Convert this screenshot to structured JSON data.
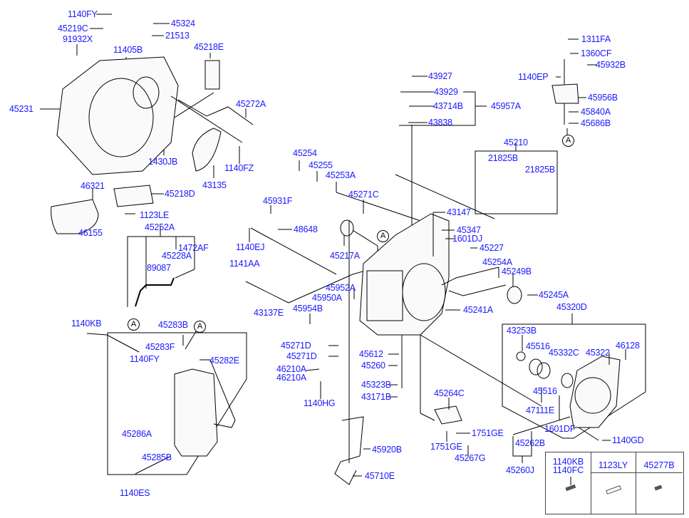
{
  "diagram": {
    "type": "exploded parts diagram",
    "subject": "transaxle case assembly",
    "ref_marker": "A",
    "labels": {
      "l1140FY_top": "1140FY",
      "l45219C": "45219C",
      "l91932X": "91932X",
      "l45231": "45231",
      "l11405B": "11405B",
      "l45324": "45324",
      "l21513": "21513",
      "l45218E": "45218E",
      "l45272A": "45272A",
      "l1430JB": "1430JB",
      "l1140FZ": "1140FZ",
      "l43135": "43135",
      "l46321": "46321",
      "l45218D": "45218D",
      "l1123LE": "1123LE",
      "l46155": "46155",
      "l45252A": "45252A",
      "l1472AF": "1472AF",
      "l45228A": "45228A",
      "l89087": "89087",
      "l1140KB": "1140KB",
      "l45283B": "45283B",
      "l45283F": "45283F",
      "l1140FY_pan": "1140FY",
      "l45282E": "45282E",
      "l45286A": "45286A",
      "l45285B": "45285B",
      "l1140ES": "1140ES",
      "l43927": "43927",
      "l43929": "43929",
      "l43714B": "43714B",
      "l45957A": "45957A",
      "l43838": "43838",
      "l1311FA": "1311FA",
      "l1360CF": "1360CF",
      "l45932B": "45932B",
      "l1140EP": "1140EP",
      "l45956B": "45956B",
      "l45840A": "45840A",
      "l45686B": "45686B",
      "l45210": "45210",
      "l21825B_a": "21825B",
      "l21825B_b": "21825B",
      "l45254": "45254",
      "l45255": "45255",
      "l45253A": "45253A",
      "l45271C": "45271C",
      "l45931F": "45931F",
      "l48648": "48648",
      "l1140EJ": "1140EJ",
      "l45217A": "45217A",
      "l1141AA": "1141AA",
      "l43137E": "43137E",
      "l45952A": "45952A",
      "l45950A": "45950A",
      "l45954B": "45954B",
      "l43147": "43147",
      "l45347": "45347",
      "l1601DJ": "1601DJ",
      "l45227": "45227",
      "l45254A": "45254A",
      "l45249B": "45249B",
      "l45245A": "45245A",
      "l45241A": "45241A",
      "l45271D_a": "45271D",
      "l45271D_b": "45271D",
      "l46210A_a": "46210A",
      "l46210A_b": "46210A",
      "l1140HG": "1140HG",
      "l45612": "45612",
      "l45260": "45260",
      "l45323B": "45323B",
      "l43171B": "43171B",
      "l45264C": "45264C",
      "l1751GE_a": "1751GE",
      "l1751GE_b": "1751GE",
      "l45267G": "45267G",
      "l45920B": "45920B",
      "l45710E": "45710E",
      "l45320D": "45320D",
      "l43253B": "43253B",
      "l45516_a": "45516",
      "l45332C": "45332C",
      "l45322": "45322",
      "l46128": "46128",
      "l45516_b": "45516",
      "l47111E": "47111E",
      "l1601DF": "1601DF",
      "l1140GD": "1140GD",
      "l45262B": "45262B",
      "l45260J": "45260J"
    },
    "fastener_table": {
      "columns": [
        {
          "parts": [
            "1140KB",
            "1140FC"
          ]
        },
        {
          "parts": [
            "1123LY"
          ]
        },
        {
          "parts": [
            "45277B"
          ]
        }
      ]
    }
  }
}
